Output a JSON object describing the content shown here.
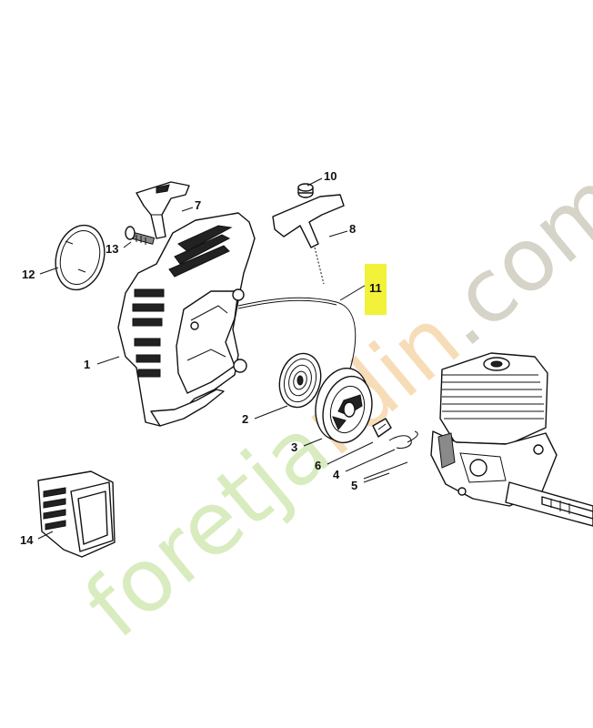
{
  "callouts": {
    "n1": "1",
    "n2": "2",
    "n3": "3",
    "n4": "4",
    "n5": "5",
    "n6": "6",
    "n7": "7",
    "n8": "8",
    "n10": "10",
    "n11": "11",
    "n12": "12",
    "n13": "13",
    "n14": "14"
  },
  "highlight_color": "#f2f23a",
  "watermark": {
    "text_part1": "foretja",
    "text_part2": "rdin",
    "text_part3": ".com",
    "color_part1": "#d8ecbf",
    "color_part2": "#f7ddb7",
    "color_part3": "#d6d3c8"
  }
}
